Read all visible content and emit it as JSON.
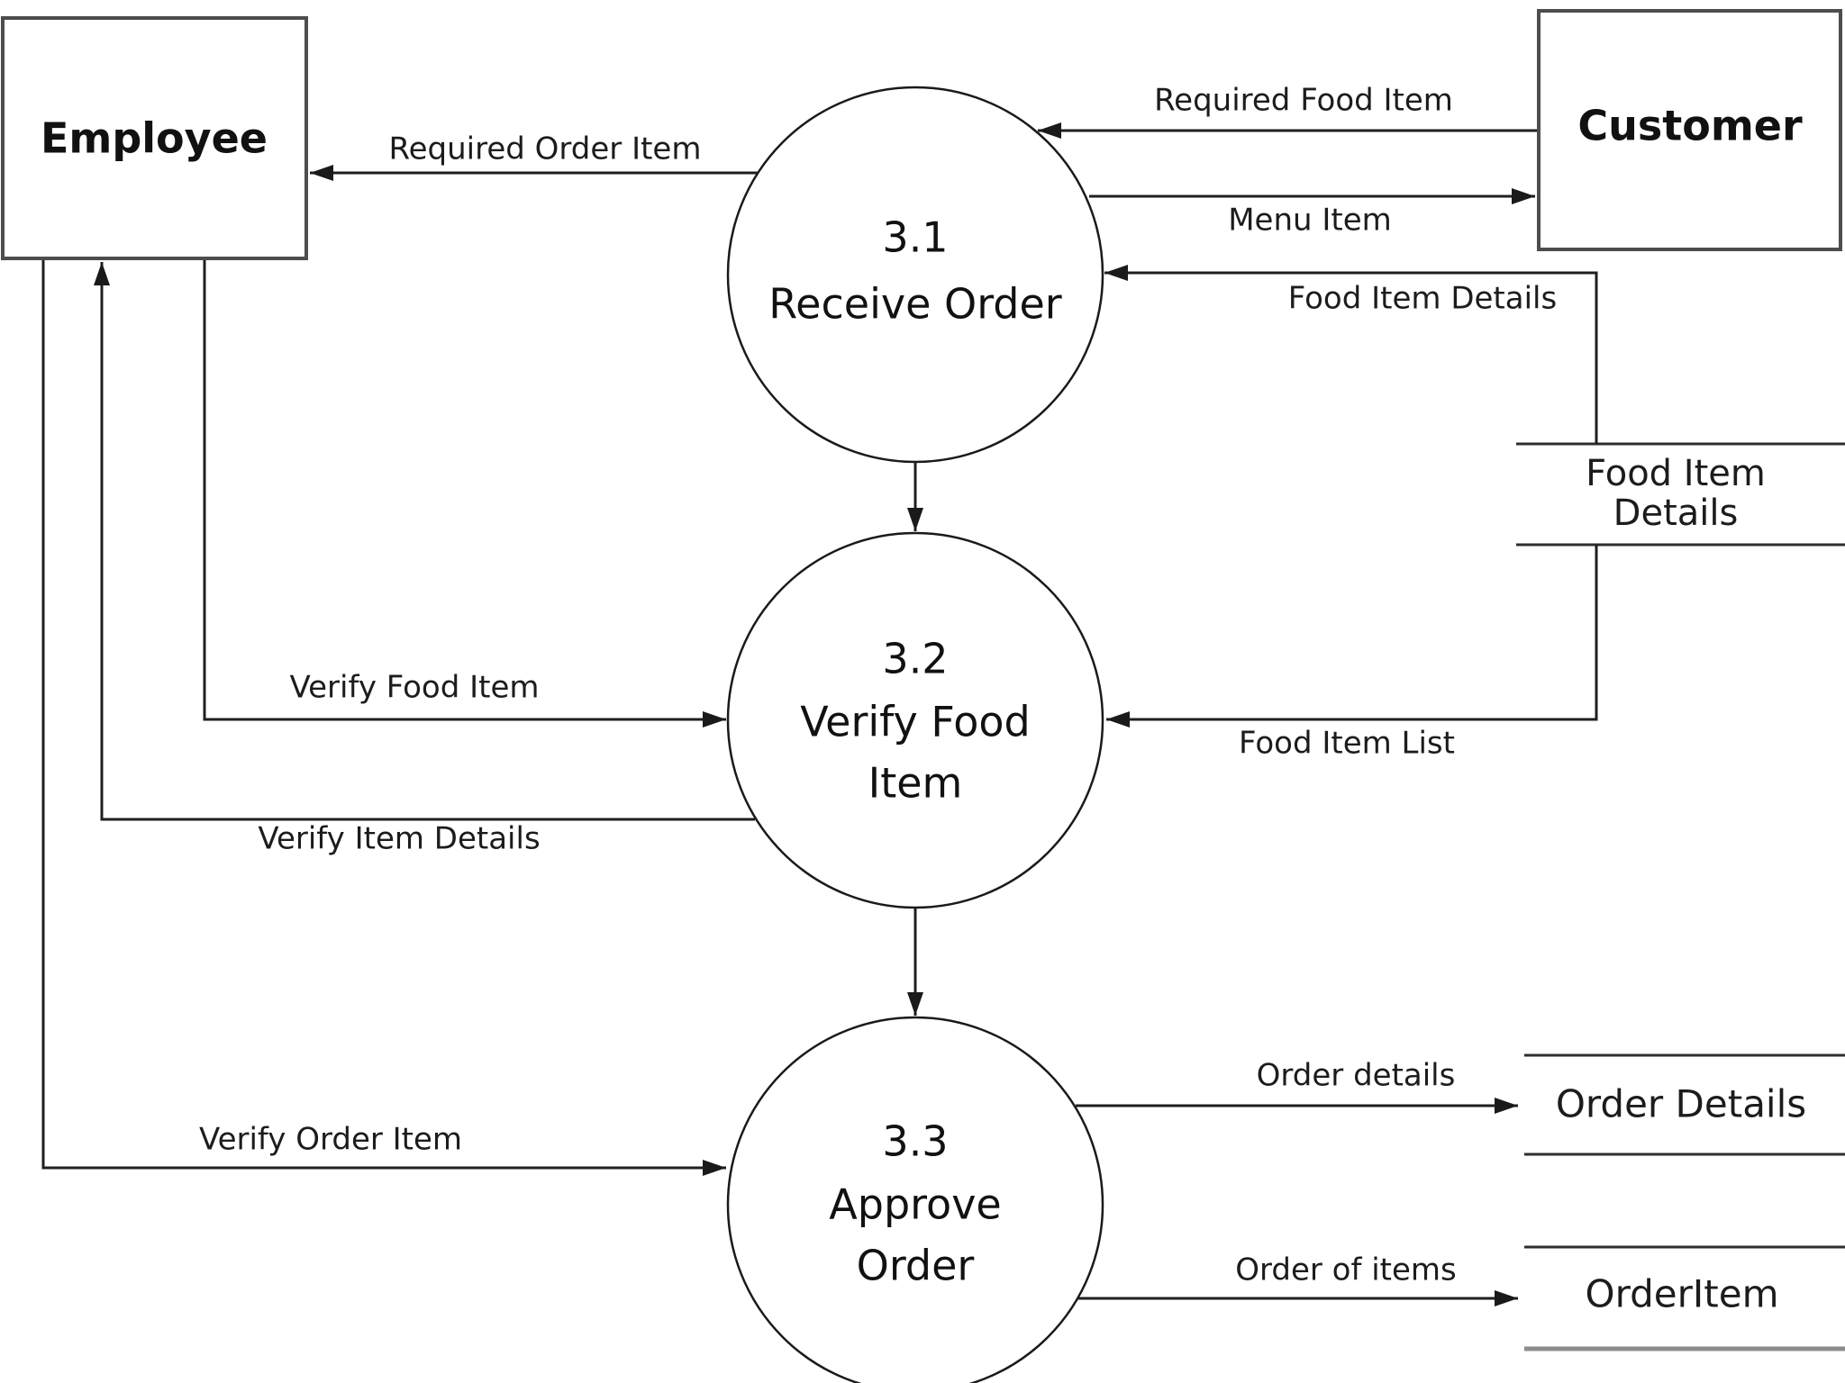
{
  "diagram": {
    "type": "data-flow-diagram",
    "background_color": "#ffffff",
    "line_color": "#1f1f1f",
    "entities": {
      "employee": {
        "label": "Employee"
      },
      "customer": {
        "label": "Customer"
      }
    },
    "processes": {
      "p31": {
        "number": "3.1",
        "name": "Receive Order"
      },
      "p32": {
        "number": "3.2",
        "name_line1": "Verify Food",
        "name_line2": "Item"
      },
      "p33": {
        "number": "3.3",
        "name_line1": "Approve",
        "name_line2": "Order"
      }
    },
    "datastores": {
      "food_item_details": {
        "line1": "Food Item",
        "line2": "Details"
      },
      "order_details": {
        "label": "Order Details"
      },
      "order_item": {
        "label": "OrderItem"
      }
    },
    "flows": {
      "required_order_item": {
        "label": "Required Order Item",
        "from": "3.1 Receive Order",
        "to": "Employee"
      },
      "required_food_item": {
        "label": "Required Food Item",
        "from": "Customer",
        "to": "3.1 Receive Order"
      },
      "menu_item": {
        "label": "Menu Item",
        "from": "3.1 Receive Order",
        "to": "Customer"
      },
      "food_item_details": {
        "label": "Food Item Details",
        "from": "Food Item Details store",
        "to": "3.1 Receive Order"
      },
      "receive_to_verify": {
        "label": "",
        "from": "3.1 Receive Order",
        "to": "3.2 Verify Food Item"
      },
      "verify_food_item": {
        "label": "Verify Food Item",
        "from": "Employee",
        "to": "3.2 Verify Food Item"
      },
      "food_item_list": {
        "label": "Food Item List",
        "from": "Food Item Details store",
        "to": "3.2 Verify Food Item"
      },
      "verify_item_details": {
        "label": "Verify Item Details",
        "from": "3.2 Verify Food Item",
        "to": "Employee"
      },
      "verify_to_approve": {
        "label": "",
        "from": "3.2 Verify Food Item",
        "to": "3.3 Approve Order"
      },
      "verify_order_item": {
        "label": "Verify Order Item",
        "from": "Employee",
        "to": "3.3 Approve Order"
      },
      "order_details": {
        "label": "Order details",
        "from": "3.3 Approve Order",
        "to": "Order Details store"
      },
      "order_of_items": {
        "label": "Order of items",
        "from": "3.3 Approve Order",
        "to": "OrderItem store"
      }
    }
  }
}
